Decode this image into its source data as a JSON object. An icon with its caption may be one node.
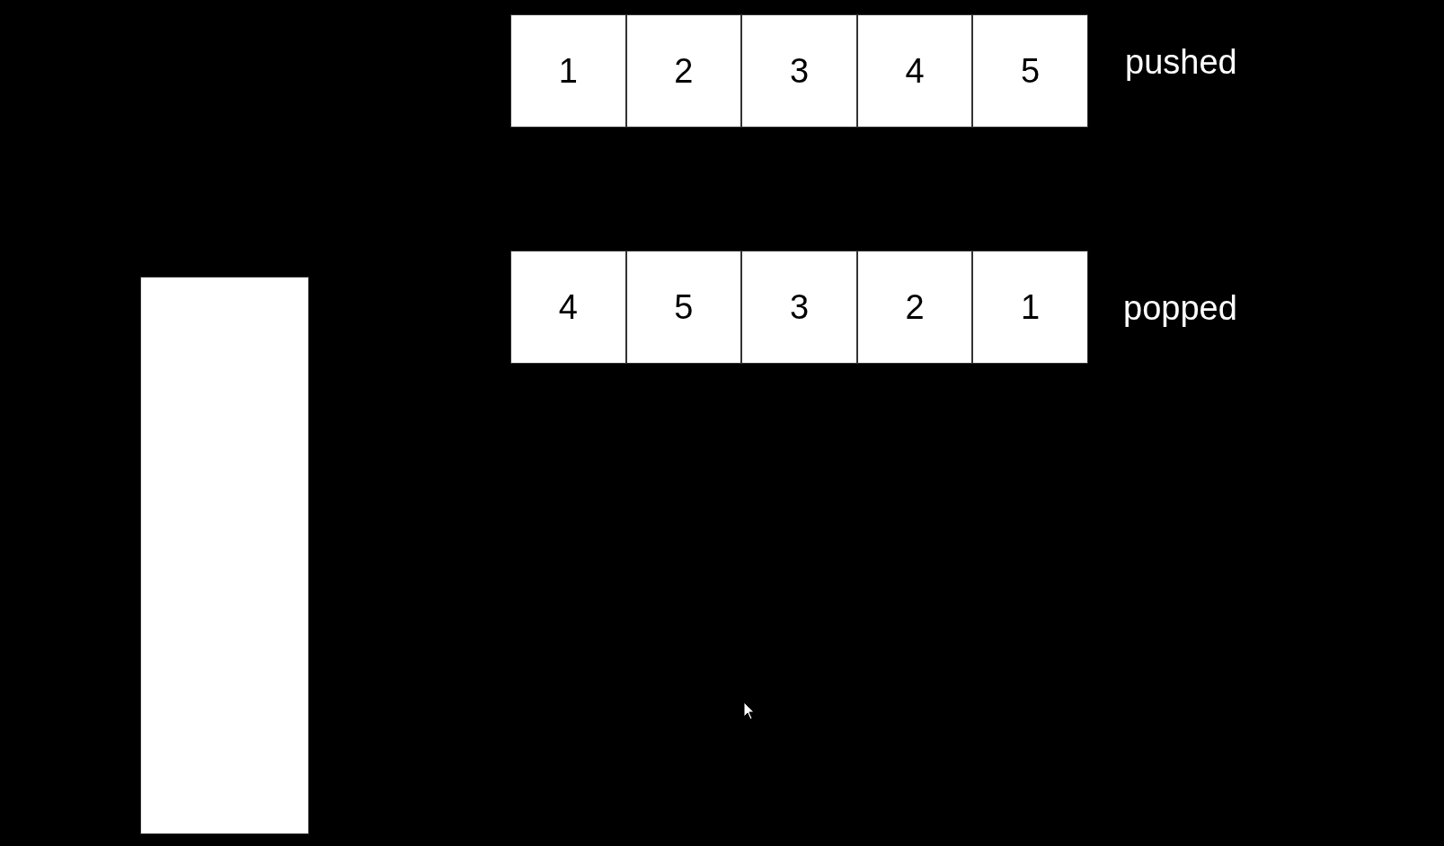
{
  "diagram": {
    "nodes": [
      {
        "text": [
          "1"
        ]
      },
      {
        "text": [
          "2"
        ]
      },
      {
        "text": [
          "3"
        ]
      },
      {
        "text": [
          "4"
        ]
      },
      {
        "text": [
          "5"
        ]
      },
      {
        "text": [
          "4"
        ]
      },
      {
        "text": [
          "5"
        ]
      },
      {
        "text": [
          "3"
        ]
      },
      {
        "text": [
          "2"
        ]
      },
      {
        "text": [
          "1"
        ]
      },
      {
        "text": [],
        "shape": "box"
      }
    ],
    "labels": [
      "pushed",
      "popped"
    ]
  }
}
